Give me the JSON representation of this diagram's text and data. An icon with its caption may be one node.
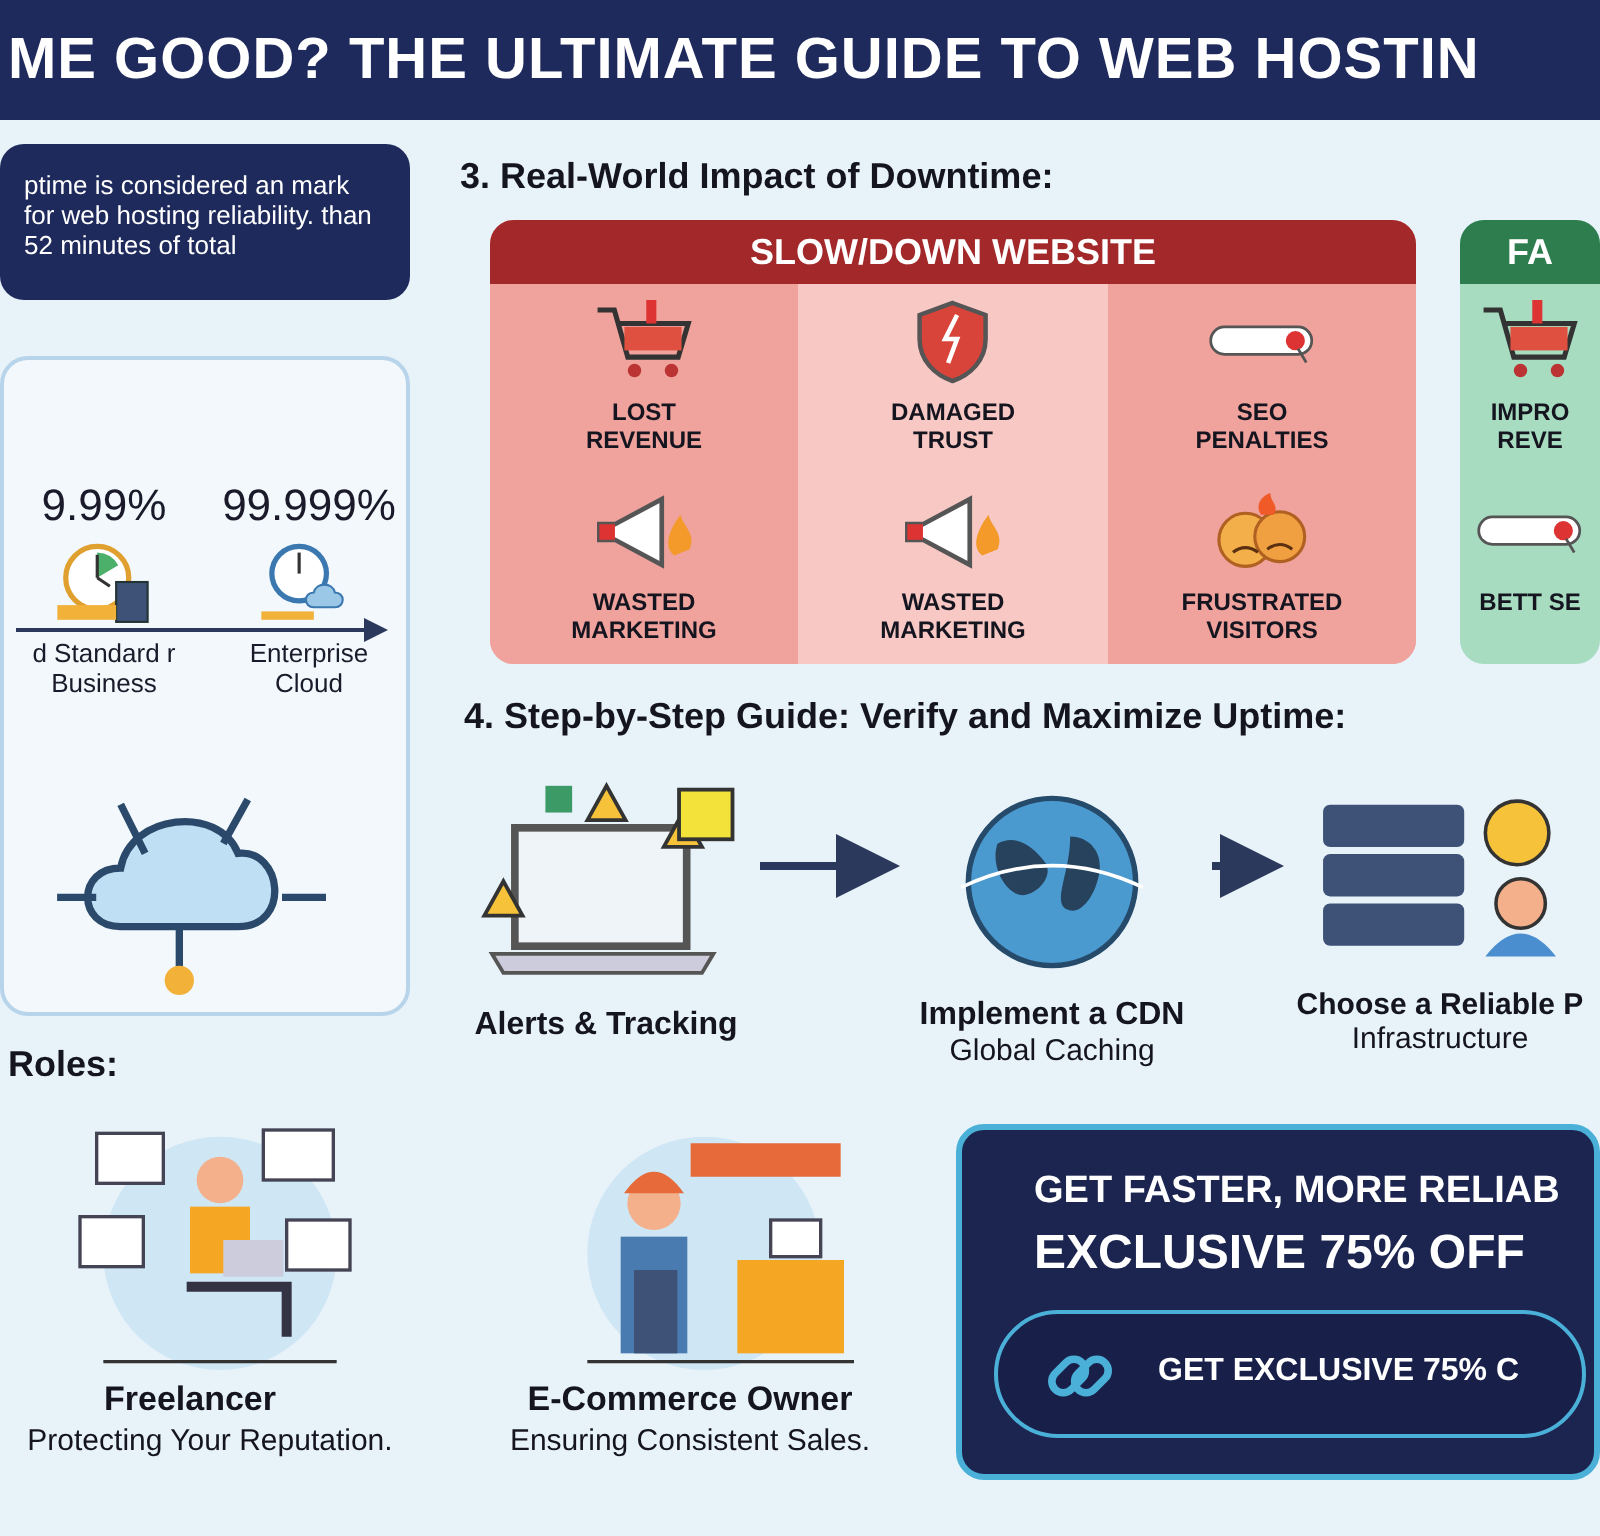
{
  "diagram": {
    "title": "ME GOOD? THE ULTIMATE GUIDE TO WEB HOSTIN",
    "nodes": [
      {
        "text": [
          "ptime is considered an mark for web hosting reliability. than 52 minutes of total"
        ]
      },
      {
        "text": [],
        "shape": "box"
      },
      {
        "text": [
          "9.99%",
          "d Standard r Business"
        ],
        "in": 1
      },
      {
        "text": [
          "99.999%",
          "Enterprise Cloud"
        ],
        "in": 1
      },
      {
        "text": [
          "SLOW/DOWN WEBSITE"
        ]
      },
      {
        "text": [
          "LOST REVENUE"
        ],
        "in": 4
      },
      {
        "text": [
          "DAMAGED TRUST"
        ],
        "in": 4
      },
      {
        "text": [
          "SEO PENALTIES"
        ],
        "in": 4
      },
      {
        "text": [
          "WASTED MARKETING"
        ],
        "in": 4
      },
      {
        "text": [
          "WASTED MARKETING"
        ],
        "in": 4
      },
      {
        "text": [
          "FRUSTRATED VISITORS"
        ],
        "in": 4
      },
      {
        "text": [
          "FA"
        ]
      },
      {
        "text": [
          "IMPRO REVE"
        ],
        "in": 11
      },
      {
        "text": [
          "BETT SE"
        ],
        "in": 11
      },
      {
        "text": [
          "Alerts & Tracking"
        ]
      },
      {
        "text": [
          "Implement a CDN",
          "Global Caching"
        ]
      },
      {
        "text": [
          "Choose a Reliable P",
          "Infrastructure"
        ]
      },
      {
        "text": [
          "GET FASTER, MORE RELIAB",
          "EXCLUSIVE 75% OFF"
        ]
      },
      {
        "text": [
          "GET EXCLUSIVE 75% C"
        ],
        "in": 17
      }
    ],
    "edges": [
      {
        "from": 14,
        "to": 15,
        "arrow": "to"
      },
      {
        "from": 15,
        "to": 16,
        "arrow": "to"
      }
    ],
    "labels": [
      "3. Real-World Impact of Downtime:",
      "4. Step-by-Step Guide: Verify and Maximize Uptime:",
      "Roles:",
      "Freelancer",
      "Protecting Your Reputation.",
      "E-Commerce Owner",
      "Ensuring Consistent Sales."
    ]
  }
}
